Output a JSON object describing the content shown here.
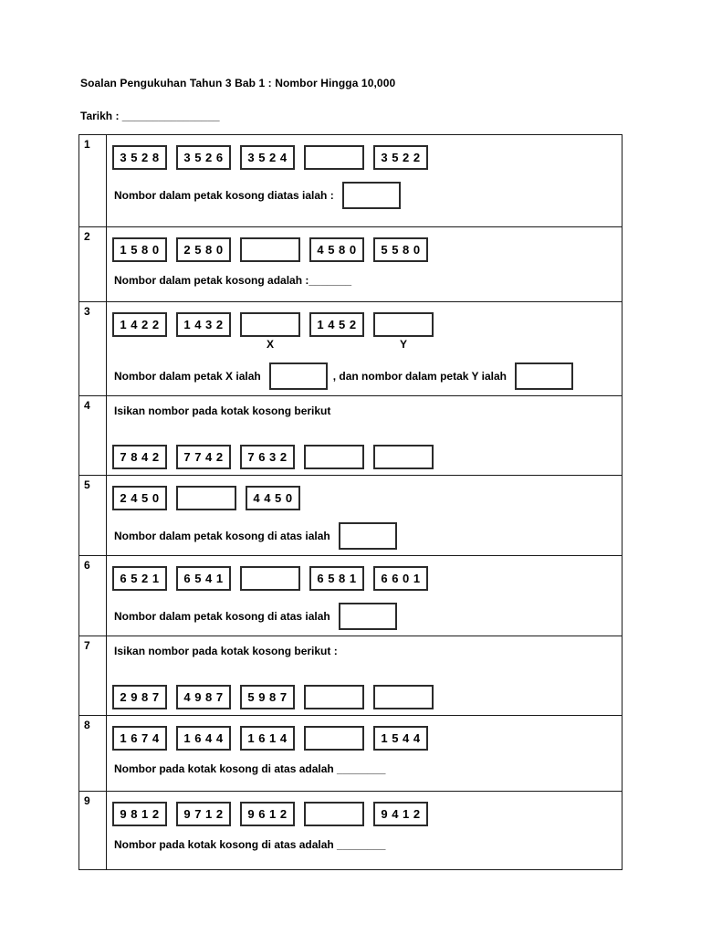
{
  "header": {
    "title": "Soalan Pengukuhan Tahun 3 Bab 1 : Nombor Hingga 10,000",
    "date_line": "Tarikh : ________________"
  },
  "questions": [
    {
      "num": "1",
      "instruction": "",
      "boxes": [
        {
          "text": "3 5 2 8",
          "label": ""
        },
        {
          "text": "3 5 2 6",
          "label": ""
        },
        {
          "text": "3 5 2 4",
          "label": ""
        },
        {
          "text": "",
          "label": ""
        },
        {
          "text": "3 5 2 2",
          "label": ""
        }
      ],
      "answer": [
        {
          "type": "text",
          "value": "Nombor dalam petak kosong diatas ialah :"
        },
        {
          "type": "box"
        }
      ]
    },
    {
      "num": "2",
      "instruction": "",
      "boxes": [
        {
          "text": "1 5 8 0",
          "label": ""
        },
        {
          "text": "2 5 8 0",
          "label": ""
        },
        {
          "text": "",
          "label": ""
        },
        {
          "text": "4 5 8 0",
          "label": ""
        },
        {
          "text": "5 5 8 0",
          "label": ""
        }
      ],
      "answer": [
        {
          "type": "text",
          "value": "Nombor dalam petak kosong adalah :_______"
        }
      ]
    },
    {
      "num": "3",
      "instruction": "",
      "boxes": [
        {
          "text": "1 4 2 2",
          "label": ""
        },
        {
          "text": "1 4 3 2",
          "label": ""
        },
        {
          "text": "",
          "label": "X"
        },
        {
          "text": "1 4 5 2",
          "label": ""
        },
        {
          "text": "",
          "label": "Y"
        }
      ],
      "answer": [
        {
          "type": "text",
          "value": "Nombor dalam petak X ialah"
        },
        {
          "type": "box"
        },
        {
          "type": "text",
          "value": ", dan nombor dalam petak Y ialah"
        },
        {
          "type": "box"
        }
      ]
    },
    {
      "num": "4",
      "instruction": "Isikan nombor pada kotak kosong berikut",
      "boxes": [
        {
          "text": "7 8 4 2",
          "label": ""
        },
        {
          "text": "7 7 4 2",
          "label": ""
        },
        {
          "text": "7 6 3 2",
          "label": ""
        },
        {
          "text": "",
          "label": ""
        },
        {
          "text": "",
          "label": ""
        }
      ],
      "answer": []
    },
    {
      "num": "5",
      "instruction": "",
      "boxes": [
        {
          "text": "2 4 5 0",
          "label": ""
        },
        {
          "text": "",
          "label": ""
        },
        {
          "text": "4 4 5 0",
          "label": ""
        }
      ],
      "answer": [
        {
          "type": "text",
          "value": "Nombor dalam petak kosong di atas ialah"
        },
        {
          "type": "box"
        }
      ]
    },
    {
      "num": "6",
      "instruction": "",
      "boxes": [
        {
          "text": "6 5 2 1",
          "label": ""
        },
        {
          "text": "6 5 4 1",
          "label": ""
        },
        {
          "text": "",
          "label": ""
        },
        {
          "text": "6 5 8 1",
          "label": ""
        },
        {
          "text": "6 6 0 1",
          "label": ""
        }
      ],
      "answer": [
        {
          "type": "text",
          "value": "Nombor dalam petak kosong di atas ialah"
        },
        {
          "type": "box"
        }
      ]
    },
    {
      "num": "7",
      "instruction": "Isikan nombor pada kotak kosong berikut :",
      "boxes": [
        {
          "text": "2 9 8 7",
          "label": ""
        },
        {
          "text": "4 9 8 7",
          "label": ""
        },
        {
          "text": "5 9 8 7",
          "label": ""
        },
        {
          "text": "",
          "label": ""
        },
        {
          "text": "",
          "label": ""
        }
      ],
      "answer": []
    },
    {
      "num": "8",
      "instruction": "",
      "boxes": [
        {
          "text": "1 6 7 4",
          "label": ""
        },
        {
          "text": "1 6 4 4",
          "label": ""
        },
        {
          "text": "1 6 1 4",
          "label": ""
        },
        {
          "text": "",
          "label": ""
        },
        {
          "text": "1 5 4 4",
          "label": ""
        }
      ],
      "answer": [
        {
          "type": "text",
          "value": "Nombor pada kotak kosong di atas adalah ________"
        }
      ]
    },
    {
      "num": "9",
      "instruction": "",
      "boxes": [
        {
          "text": "9 8 1 2",
          "label": ""
        },
        {
          "text": "9 7 1 2",
          "label": ""
        },
        {
          "text": "9 6 1 2",
          "label": ""
        },
        {
          "text": "",
          "label": ""
        },
        {
          "text": "9 4 1 2",
          "label": ""
        }
      ],
      "answer": [
        {
          "type": "text",
          "value": "Nombor pada kotak kosong di atas adalah ________"
        }
      ]
    }
  ]
}
